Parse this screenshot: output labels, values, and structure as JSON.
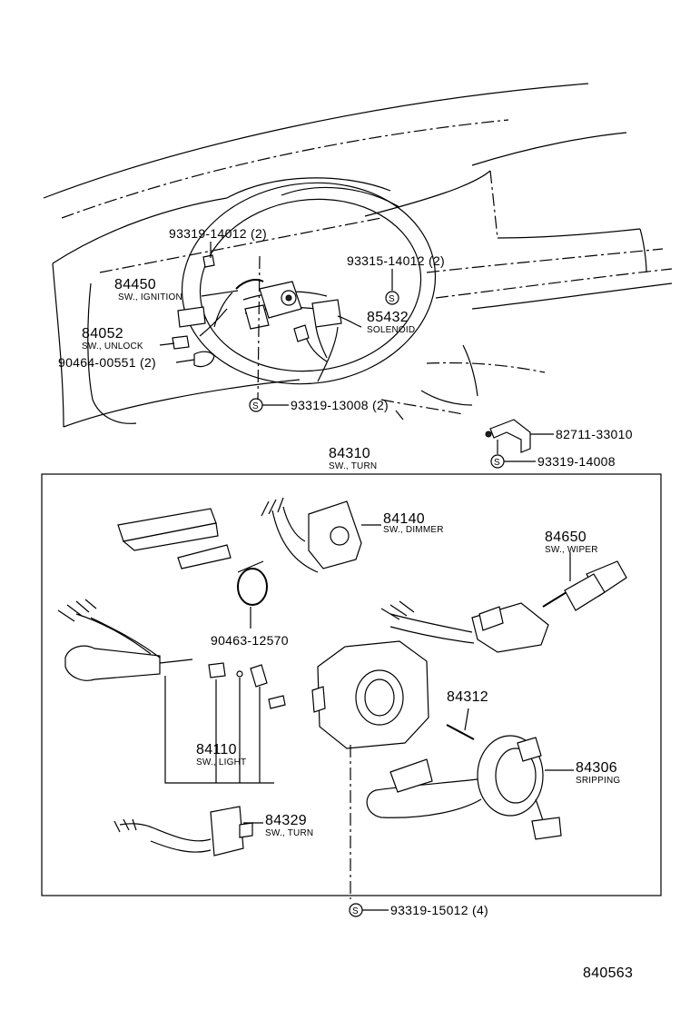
{
  "parts": {
    "p93319_14012": "93319-14012 (2)",
    "p93315_14012": "93315-14012 (2)",
    "p84450": "84450",
    "p84450_name": "SW., IGNITION",
    "p85432": "85432",
    "p85432_name": "SOLENOID",
    "p84052": "84052",
    "p84052_name": "SW., UNLOCK",
    "p90464_00551": "90464-00551 (2)",
    "p93319_13008": "93319-13008 (2)",
    "p82711_33010": "82711-33010",
    "p93319_14008": "93319-14008",
    "p84310": "84310",
    "p84310_name": "SW., TURN",
    "p84140": "84140",
    "p84140_name": "SW., DIMMER",
    "p84650": "84650",
    "p84650_name": "SW., WIPER",
    "p90463_12570": "90463-12570",
    "p84312": "84312",
    "p84110": "84110",
    "p84110_name": "SW., LIGHT",
    "p84306": "84306",
    "p84306_name": "SRIPPING",
    "p84329": "84329",
    "p84329_name": "SW., TURN",
    "p93319_15012": "93319-15012 (4)"
  },
  "symbols": {
    "s_mark": "S"
  },
  "figure_id": "840563"
}
